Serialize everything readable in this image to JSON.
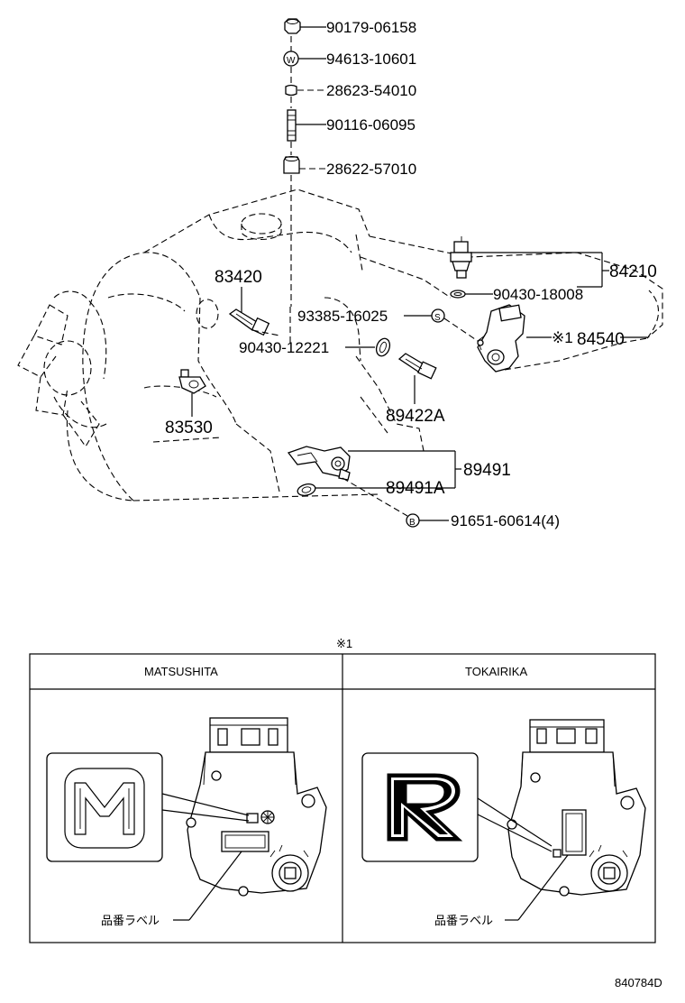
{
  "parts": {
    "p1": "90179-06158",
    "p2": "94613-10601",
    "p3": "28623-54010",
    "p4": "90116-06095",
    "p5": "28622-57010",
    "p6": "84210",
    "p7": "90430-18008",
    "p8": "84540",
    "p9": "83420",
    "p10": "93385-16025",
    "p11": "90430-12221",
    "p12": "89422A",
    "p13": "83530",
    "p14": "89491",
    "p15": "89491A",
    "p16": "91651-60614(4)"
  },
  "markers": {
    "ref_symbol": "※1",
    "washer_letter": "W",
    "stud_letter": "S",
    "bolt_letter": "B"
  },
  "detail": {
    "title": "※1",
    "left_header": "MATSUSHITA",
    "right_header": "TOKAIRIKA",
    "left_label": "品番ラベル",
    "right_label": "品番ラベル"
  },
  "footer": {
    "code": "840784D"
  }
}
